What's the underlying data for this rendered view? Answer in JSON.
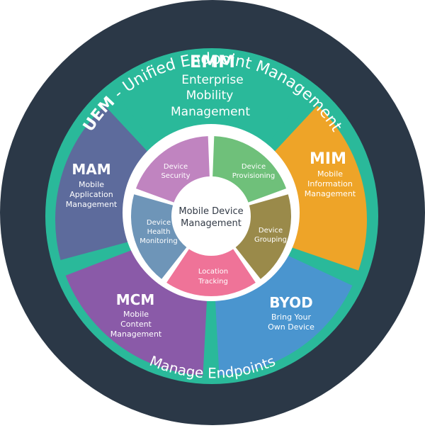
{
  "outer_ring": {
    "top_prefix": "UEM",
    "top_rest": " - Unified Endpoint Management",
    "bottom": "Manage Endpoints"
  },
  "colors": {
    "ring_dark": "#2b3847",
    "teal_band": "#2ab99a",
    "emm": "#2ab99a",
    "mim": "#eea428",
    "byod": "#4a95cf",
    "mcm": "#8a5aa8",
    "mam": "#5d6b9c",
    "device_security": "#c084c0",
    "device_provisioning": "#6fc07a",
    "device_grouping": "#9a8a4a",
    "location_tracking": "#ef7398",
    "device_health": "#6e95b8"
  },
  "segments": {
    "emm": {
      "title": "EMM",
      "lines": [
        "Enterprise",
        "Mobility",
        "Management"
      ]
    },
    "mim": {
      "title": "MIM",
      "lines": [
        "Mobile",
        "Information",
        "Management"
      ]
    },
    "byod": {
      "title": "BYOD",
      "lines": [
        "Bring Your",
        "Own Device"
      ]
    },
    "mcm": {
      "title": "MCM",
      "lines": [
        "Mobile",
        "Content",
        "Management"
      ]
    },
    "mam": {
      "title": "MAM",
      "lines": [
        "Mobile",
        "Application",
        "Management"
      ]
    }
  },
  "inner": {
    "device_security": [
      "Device",
      "Security"
    ],
    "device_provisioning": [
      "Device",
      "Provisioning"
    ],
    "device_grouping": [
      "Device",
      "Grouping"
    ],
    "location_tracking": [
      "Location",
      "Tracking"
    ],
    "device_health": [
      "Device",
      "Health",
      "Monitoring"
    ]
  },
  "center": [
    "Mobile Device",
    "Management"
  ]
}
